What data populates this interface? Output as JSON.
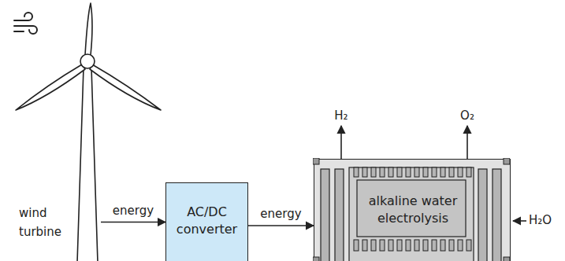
{
  "diagram": {
    "nodes": [
      {
        "text": [
          "wind turbine"
        ]
      },
      {
        "text": [
          "AC/DC converter"
        ]
      },
      {
        "text": [
          "alkaline water electrolysis"
        ]
      }
    ],
    "edges": [
      {
        "from": 0,
        "to": 1,
        "label": "energy",
        "arrow": "to"
      },
      {
        "from": 1,
        "to": 2,
        "label": "energy",
        "arrow": "to"
      }
    ],
    "labels": [
      "H₂",
      "O₂",
      "H₂O"
    ]
  }
}
